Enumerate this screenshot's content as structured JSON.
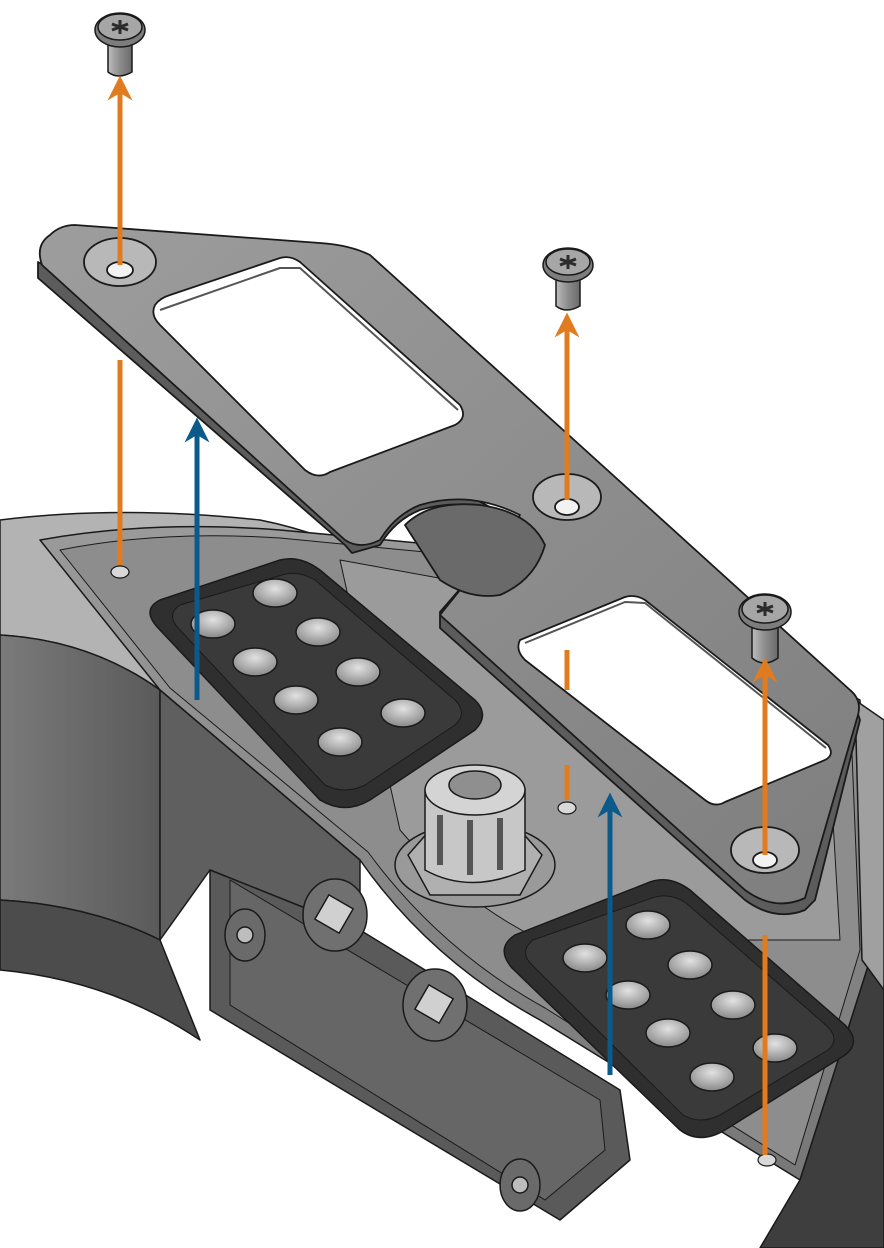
{
  "figure": {
    "kind": "exploded assembly illustration",
    "background": "#ffffff",
    "parts": {
      "screw_count": 3,
      "plate_count": 1,
      "hole_count": 3,
      "connector_block_count": 2,
      "connector_pin_count_each": 8
    },
    "arrows": {
      "removal_color": "#e07b1f",
      "lift_color": "#0b5a8a",
      "removal_arrow_count": 3,
      "lift_arrow_count": 2
    },
    "colors": {
      "plate": "#8e8e8e",
      "plate_edge": "#5c5c5c",
      "body": "#6e6e6e",
      "body_dark": "#4f4f4f",
      "body_light": "#a9a9a9",
      "gasket": "#2f2f2f",
      "pin": "#b9b9b9",
      "screw": "#8a8a8a",
      "outline": "#1a1a1a"
    }
  }
}
